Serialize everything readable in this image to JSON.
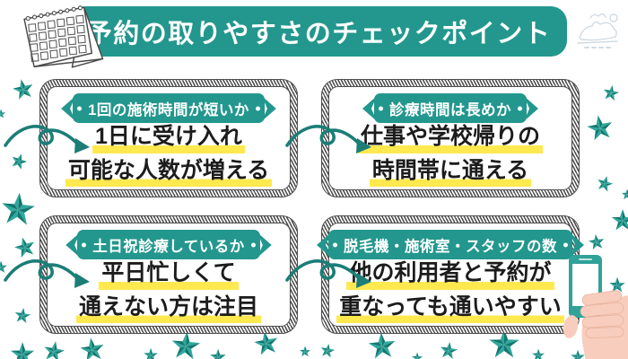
{
  "header": {
    "title": "予約の取りやすさのチェックポイント"
  },
  "cards": [
    {
      "label": "1回の施術時間が短いか",
      "lines": [
        "1日に受け入れ",
        "可能な人数が増える"
      ]
    },
    {
      "label": "診療時間は長めか",
      "lines": [
        "仕事や学校帰りの",
        "時間帯に通える"
      ]
    },
    {
      "label": "土日祝診療しているか",
      "lines": [
        "平日忙しくて",
        "通えない方は注目"
      ]
    },
    {
      "label": "脱毛機・施術室・スタッフの数",
      "lines": [
        "他の利用者と予約が",
        "重なっても通いやすい"
      ]
    }
  ],
  "icons": {
    "calendar": "desk-calendar-icon",
    "mascot": "clinic-mascot-illustration",
    "arrow": "loop-arrow-icon",
    "star": "star-icon",
    "phone_hand": "hand-holding-phone-icon"
  },
  "colors": {
    "teal": "#23978d",
    "teal_dark": "#1b7e77",
    "star_light": "#2fa89d",
    "star_dark": "#12776f",
    "underline_yellow": "#ffe94f",
    "text_dark": "#1c1c1c",
    "rope_gray": "#4e4e4e",
    "hand_skin": "#f8cdbd",
    "phone_teal": "#2fa29a"
  }
}
